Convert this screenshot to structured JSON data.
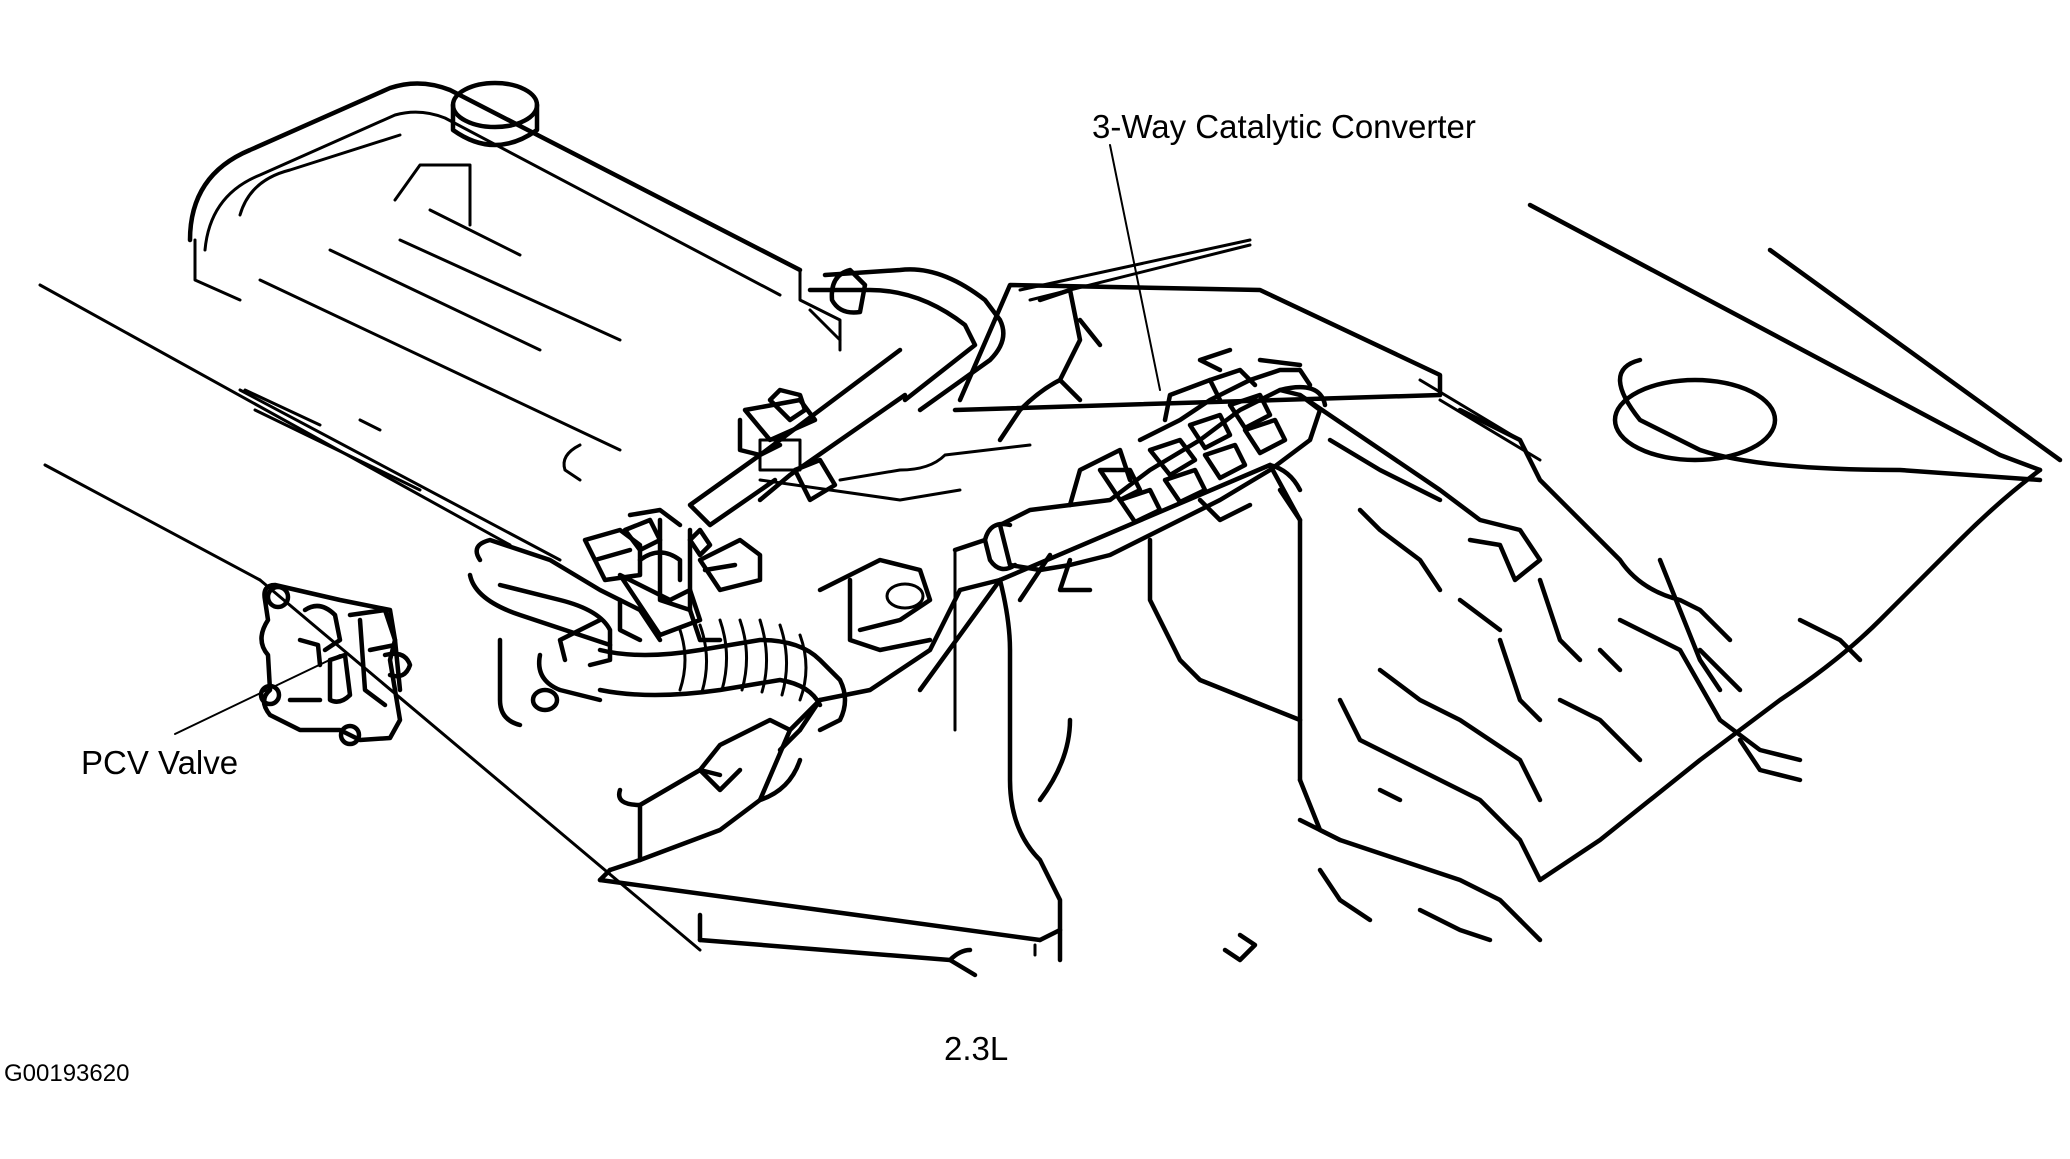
{
  "labels": {
    "catalytic_converter": "3-Way Catalytic Converter",
    "pcv_valve": "PCV Valve",
    "engine_size": "2.3L",
    "figure_id": "G00193620"
  },
  "colors": {
    "line": "#000000",
    "background": "#ffffff"
  }
}
